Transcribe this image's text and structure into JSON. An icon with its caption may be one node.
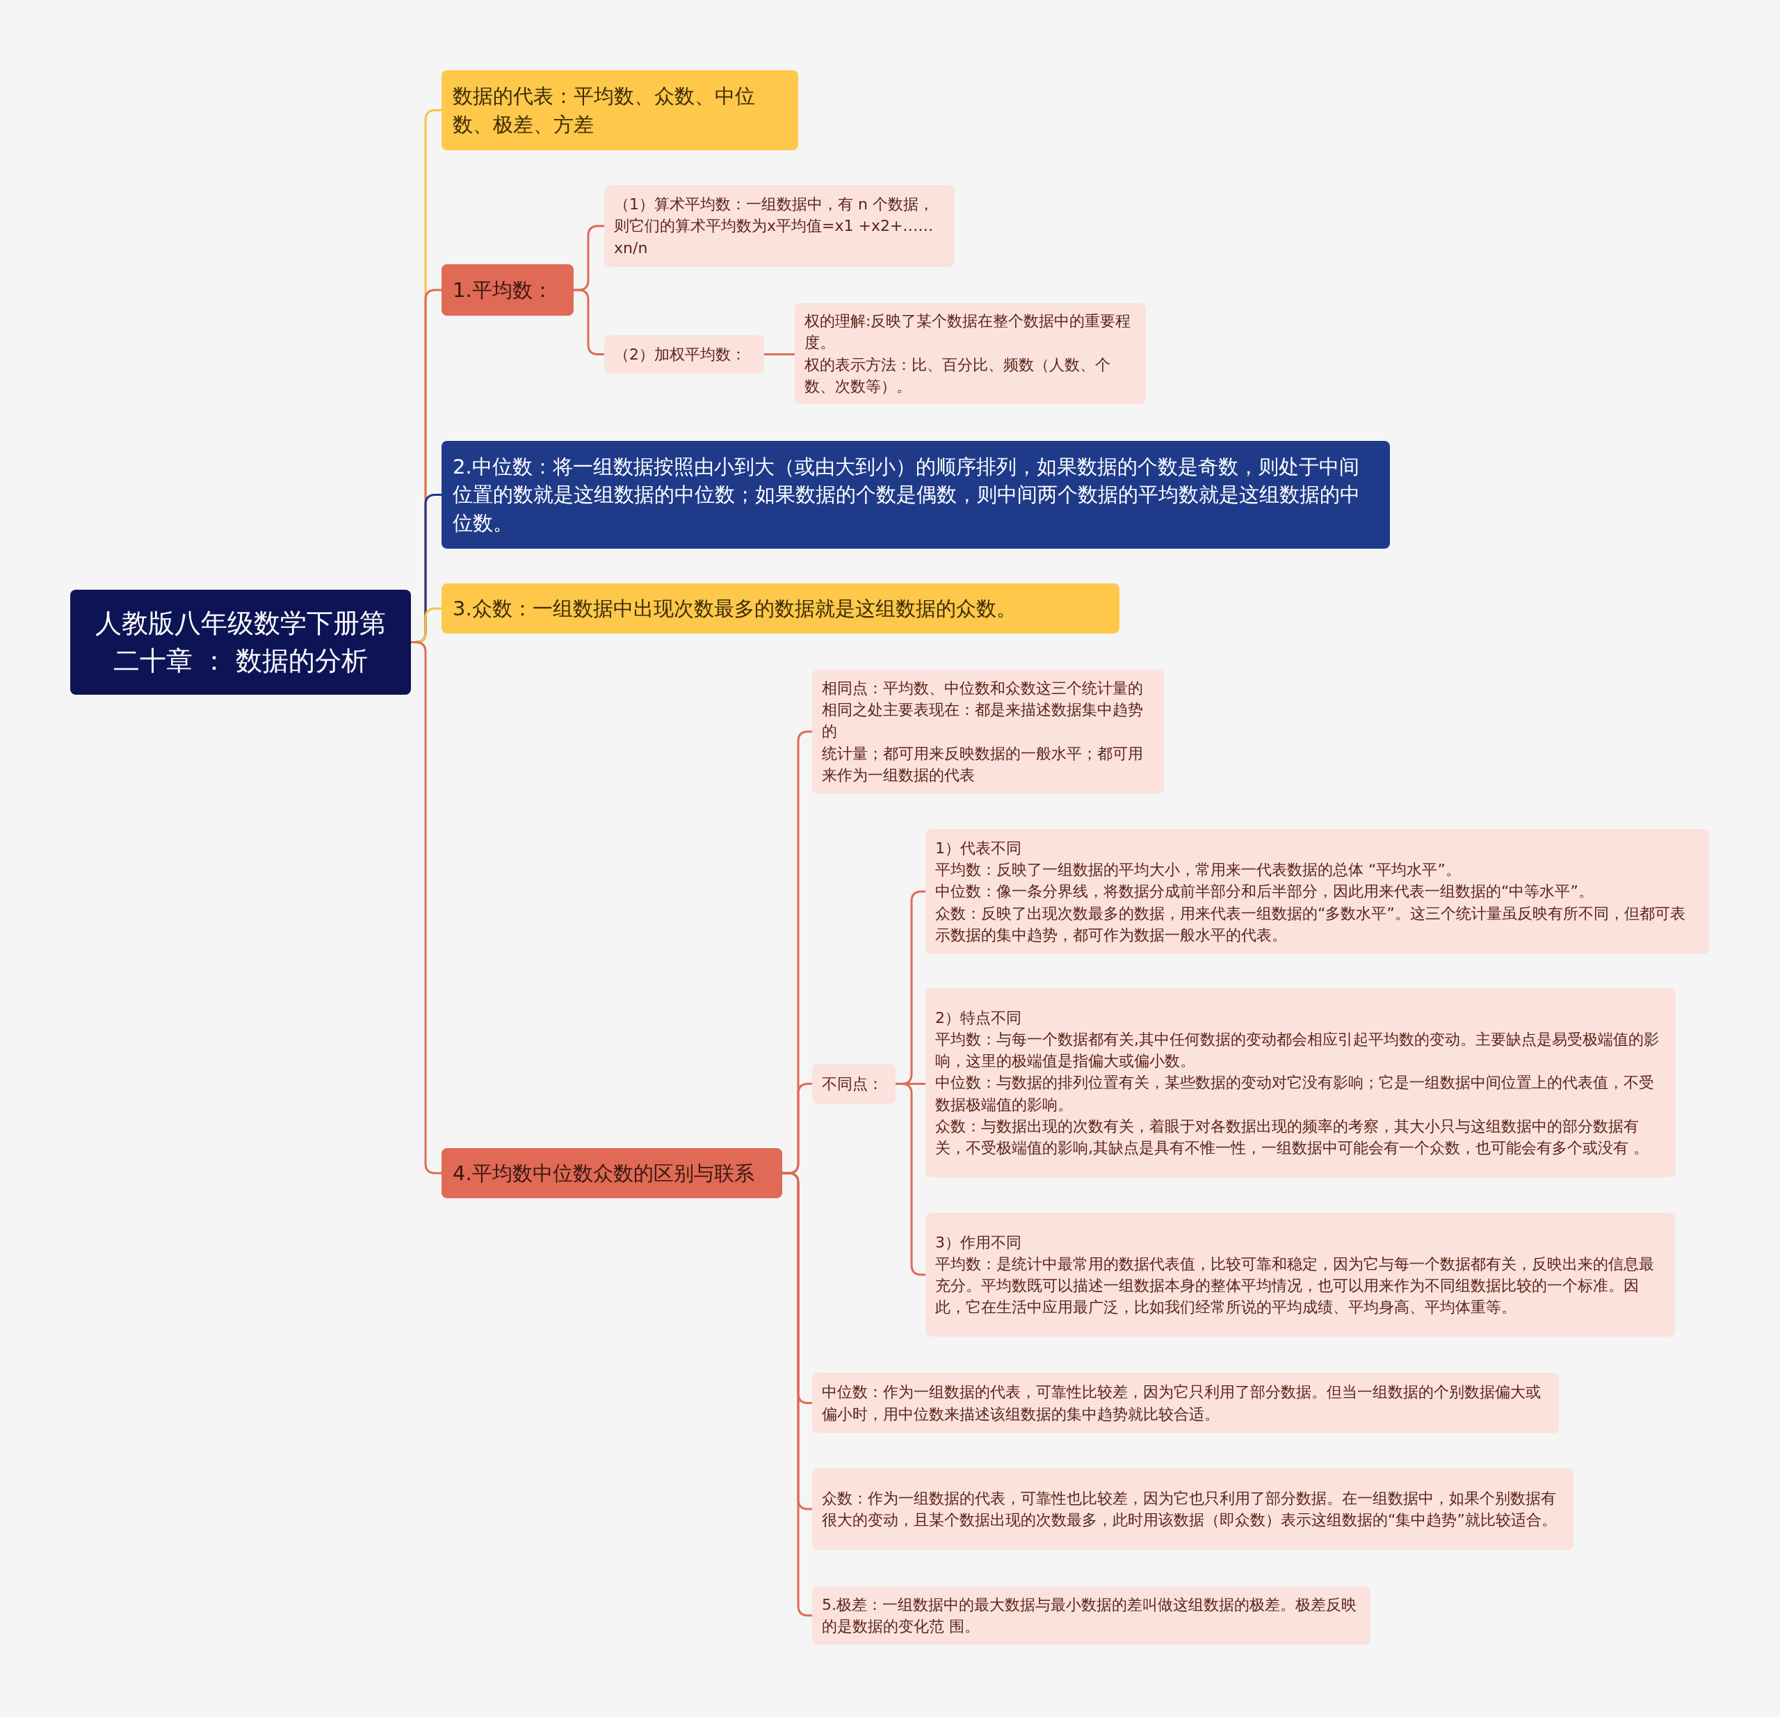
{
  "diagram": {
    "nodes": [
      {
        "text": [
          "人教版八年级数学下册第二十章 ：  数据的分析"
        ]
      },
      {
        "text": [
          "数据的代表：平均数、众数、中位数、极差、方差"
        ]
      },
      {
        "text": [
          "1.平均数："
        ]
      },
      {
        "text": [
          "（1）算术平均数：一组数据中，有 n 个数据，则它们的算术平均数为x平均值=x1 +x2+…… xn/n"
        ]
      },
      {
        "text": [
          "（2）加权平均数："
        ]
      },
      {
        "text": [
          "权的理解:反映了某个数据在整个数据中的重要程度。",
          "权的表示方法：比、百分比、频数（人数、个数、次数等）。"
        ]
      },
      {
        "text": [
          "2.中位数：将一组数据按照由小到大（或由大到小）的顺序排列，如果数据的个数是奇数，则处于中间位置的数就是这组数据的中位数；如果数据的个数是偶数，则中间两个数据的平均数就是这组数据的中位数。"
        ]
      },
      {
        "text": [
          "3.众数：一组数据中出现次数最多的数据就是这组数据的众数。"
        ]
      },
      {
        "text": [
          "4.平均数中位数众数的区别与联系"
        ]
      },
      {
        "text": [
          "相同点：平均数、中位数和众数这三个统计量的相同之处主要表现在：都是来描述数据集中趋势的",
          "统计量；都可用来反映数据的一般水平；都可用来作为一组数据的代表"
        ]
      },
      {
        "text": [
          "不同点："
        ]
      },
      {
        "text": [
          "1）代表不同",
          "平均数：反映了一组数据的平均大小，常用来一代表数据的总体 “平均水平”。",
          "中位数：像一条分界线，将数据分成前半部分和后半部分，因此用来代表一组数据的“中等水平”。",
          "众数：反映了出现次数最多的数据，用来代表一组数据的“多数水平”。这三个统计量虽反映有所不同，但都可表示数据的集中趋势，都可作为数据一般水平的代表。"
        ]
      },
      {
        "text": [
          "2）特点不同",
          "平均数：与每一个数据都有关,其中任何数据的变动都会相应引起平均数的变动。主要缺点是易受极端值的影响，这里的极端值是指偏大或偏小数。",
          "中位数：与数据的排列位置有关，某些数据的变动对它没有影响；它是一组数据中间位置上的代表值，不受数据极端值的影响。",
          "众数：与数据出现的次数有关，着眼于对各数据出现的频率的考察，其大小只与这组数据中的部分数据有关，不受极端值的影响,其缺点是具有不惟一性，一组数据中可能会有一个众数，也可能会有多个或没有 。"
        ]
      },
      {
        "text": [
          "3）作用不同",
          "平均数：是统计中最常用的数据代表值，比较可靠和稳定，因为它与每一个数据都有关，反映出来的信息最充分。平均数既可以描述一组数据本身的整体平均情况，也可以用来作为不同组数据比较的一个标准。因此，它在生活中应用最广泛，比如我们经常所说的平均成绩、平均身高、平均体重等。"
        ]
      },
      {
        "text": [
          "中位数：作为一组数据的代表，可靠性比较差，因为它只利用了部分数据。但当一组数据的个别数据偏大或偏小时，用中位数来描述该组数据的集中趋势就比较合适。"
        ]
      },
      {
        "text": [
          "众数：作为一组数据的代表，可靠性也比较差，因为它也只利用了部分数据。在一组数据中，如果个别数据有很大的变动，且某个数据出现的次数最多，此时用该数据（即众数）表示这组数据的“集中趋势”就比较适合。"
        ]
      },
      {
        "text": [
          "5.极差：一组数据中的最大数据与最小数据的差叫做这组数据的极差。极差反映的是数据的变化范 围。"
        ]
      }
    ],
    "edges": [
      {
        "from": 0,
        "to": 1,
        "arrow": "none",
        "color": "#f5c542"
      },
      {
        "from": 0,
        "to": 2,
        "arrow": "none"
      },
      {
        "from": 0,
        "to": 6,
        "arrow": "none",
        "color": "#1e3a8a"
      },
      {
        "from": 0,
        "to": 7,
        "arrow": "none",
        "color": "#f5c542"
      },
      {
        "from": 0,
        "to": 8,
        "arrow": "none"
      },
      {
        "from": 2,
        "to": 3,
        "arrow": "none"
      },
      {
        "from": 2,
        "to": 4,
        "arrow": "none"
      },
      {
        "from": 4,
        "to": 5,
        "arrow": "none"
      },
      {
        "from": 8,
        "to": 9,
        "arrow": "none"
      },
      {
        "from": 8,
        "to": 10,
        "arrow": "none"
      },
      {
        "from": 8,
        "to": 14,
        "arrow": "none"
      },
      {
        "from": 8,
        "to": 15,
        "arrow": "none"
      },
      {
        "from": 8,
        "to": 16,
        "arrow": "none"
      },
      {
        "from": 10,
        "to": 11,
        "arrow": "none"
      },
      {
        "from": 10,
        "to": 12,
        "arrow": "none"
      },
      {
        "from": 10,
        "to": 13,
        "arrow": "none"
      }
    ]
  }
}
